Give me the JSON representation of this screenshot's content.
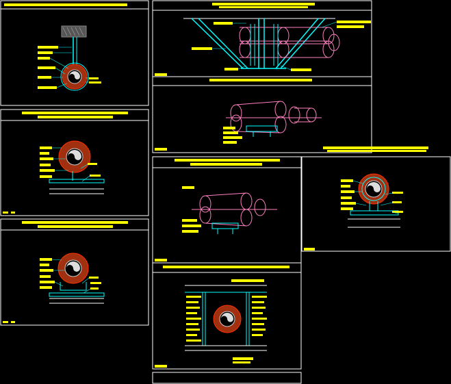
{
  "drawing": {
    "background": "#000000",
    "colors": {
      "frame": "#ffffff",
      "label": "#ffff00",
      "leader": "#00ffff",
      "pipe_outline": "#ff80c0",
      "insulation": "#a03010",
      "insulation_edge": "#ff3000",
      "core": "#c0c0c0",
      "support": "#00ffff",
      "hatch": "#808080"
    },
    "panels": [
      {
        "id": "panel-1",
        "label_bars": 7,
        "has_pipe_section": true,
        "has_hanger_rod": true
      },
      {
        "id": "panel-2",
        "label_bars": 7,
        "has_pipe_section": true
      },
      {
        "id": "panel-3",
        "label_bars": 7,
        "has_pipe_section": true
      },
      {
        "id": "panel-4",
        "label_bars": 6,
        "has_truss": true
      },
      {
        "id": "panel-5",
        "label_bars": 4,
        "has_pipe_bundle": true
      },
      {
        "id": "panel-6",
        "label_bars": 5,
        "has_pipe_bundle": true
      },
      {
        "id": "panel-7",
        "label_bars": 10,
        "has_pipe_section": true,
        "has_frame_support": true
      },
      {
        "id": "panel-8",
        "label_bars": 6,
        "has_pipe_section": true
      }
    ]
  }
}
